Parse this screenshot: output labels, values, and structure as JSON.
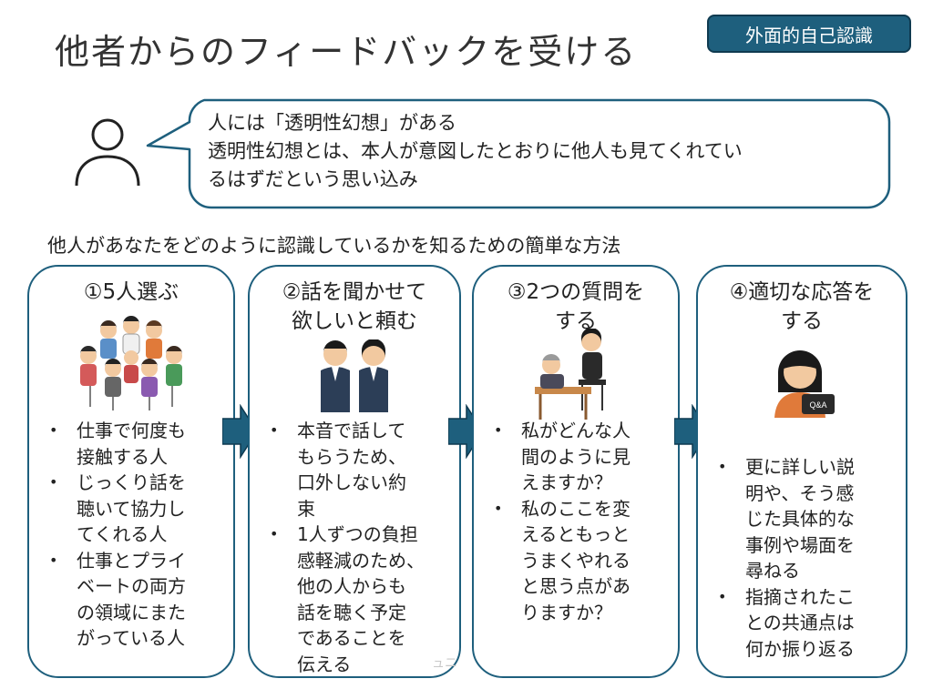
{
  "slide": {
    "title": "他者からのフィードバックを受ける",
    "badge": "外面的自己認識",
    "speech_lines": [
      "人には「透明性幻想」がある",
      "透明性幻想とは、本人が意図したとおりに他人も見てくれてい",
      "るはずだという思い込み"
    ],
    "subtitle": "他人があなたをどのように認識しているかを知るための簡単な方法",
    "footer": "ュニ"
  },
  "steps": [
    {
      "title": "①5人選ぶ",
      "illustration": "group-meeting-illustration",
      "bullets": [
        [
          "仕事で何度も",
          "接触する人"
        ],
        [
          "じっくり話を",
          "聴いて協力し",
          "てくれる人"
        ],
        [
          "仕事とプライ",
          "ベートの両方",
          "の領域にまた",
          "がっている人"
        ]
      ]
    },
    {
      "title": "②話を聞かせて\n欲しいと頼む",
      "illustration": "bowing-people-illustration",
      "bullets": [
        [
          "本音で話して",
          "もらうため、",
          "口外しない約",
          "束"
        ],
        [
          "1人ずつの負担",
          "感軽減のため、",
          "他の人からも",
          "話を聴く予定",
          "であることを",
          "伝える"
        ]
      ]
    },
    {
      "title": "③2つの質問を\nする",
      "illustration": "interview-illustration",
      "bullets": [
        [
          "私がどんな人",
          "間のように見",
          "えますか？"
        ],
        [
          "私のここを変",
          "えるともっと",
          "うまくやれる",
          "と思う点があ",
          "りますか？"
        ]
      ]
    },
    {
      "title": "④適切な応答を\nする",
      "illustration": "qa-woman-illustration",
      "qa_label": "Q&A",
      "bullets": [
        [
          "更に詳しい説",
          "明や、そう感",
          "じた具体的な",
          "事例や場面を",
          "尋ねる"
        ],
        [
          "指摘されたこ",
          "との共通点は",
          "何か振り返る"
        ]
      ]
    }
  ],
  "colors": {
    "accent": "#1e5f7d",
    "arrow": "#1e5f7d",
    "border": "#0f3a50"
  }
}
